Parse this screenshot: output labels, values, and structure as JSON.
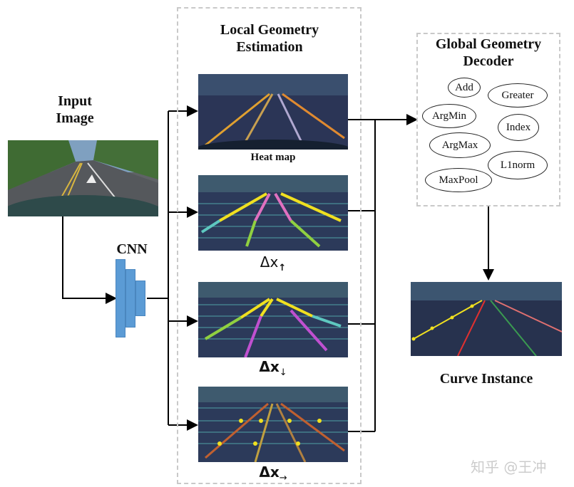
{
  "input": {
    "title_line1": "Input",
    "title_line2": "Image"
  },
  "cnn": {
    "label": "CNN"
  },
  "local": {
    "title_line1": "Local Geometry",
    "title_line2": "Estimation",
    "heatmap_caption": "Heat map",
    "delta_up": {
      "base": "Δx",
      "arrow": "↑"
    },
    "delta_down": {
      "base": "Δx",
      "arrow": "↓"
    },
    "delta_right": {
      "base": "Δx",
      "arrow": "→"
    }
  },
  "global": {
    "title_line1": "Global Geometry",
    "title_line2": "Decoder",
    "ops": [
      "Add",
      "Greater",
      "ArgMin",
      "Index",
      "ArgMax",
      "L1norm",
      "MaxPool"
    ]
  },
  "output": {
    "title": "Curve Instance"
  },
  "watermark": "知乎 @王冲",
  "colors": {
    "cnn_block": "#5b9bd5",
    "dash_border": "#c9c9c9",
    "arrow": "#000000"
  }
}
